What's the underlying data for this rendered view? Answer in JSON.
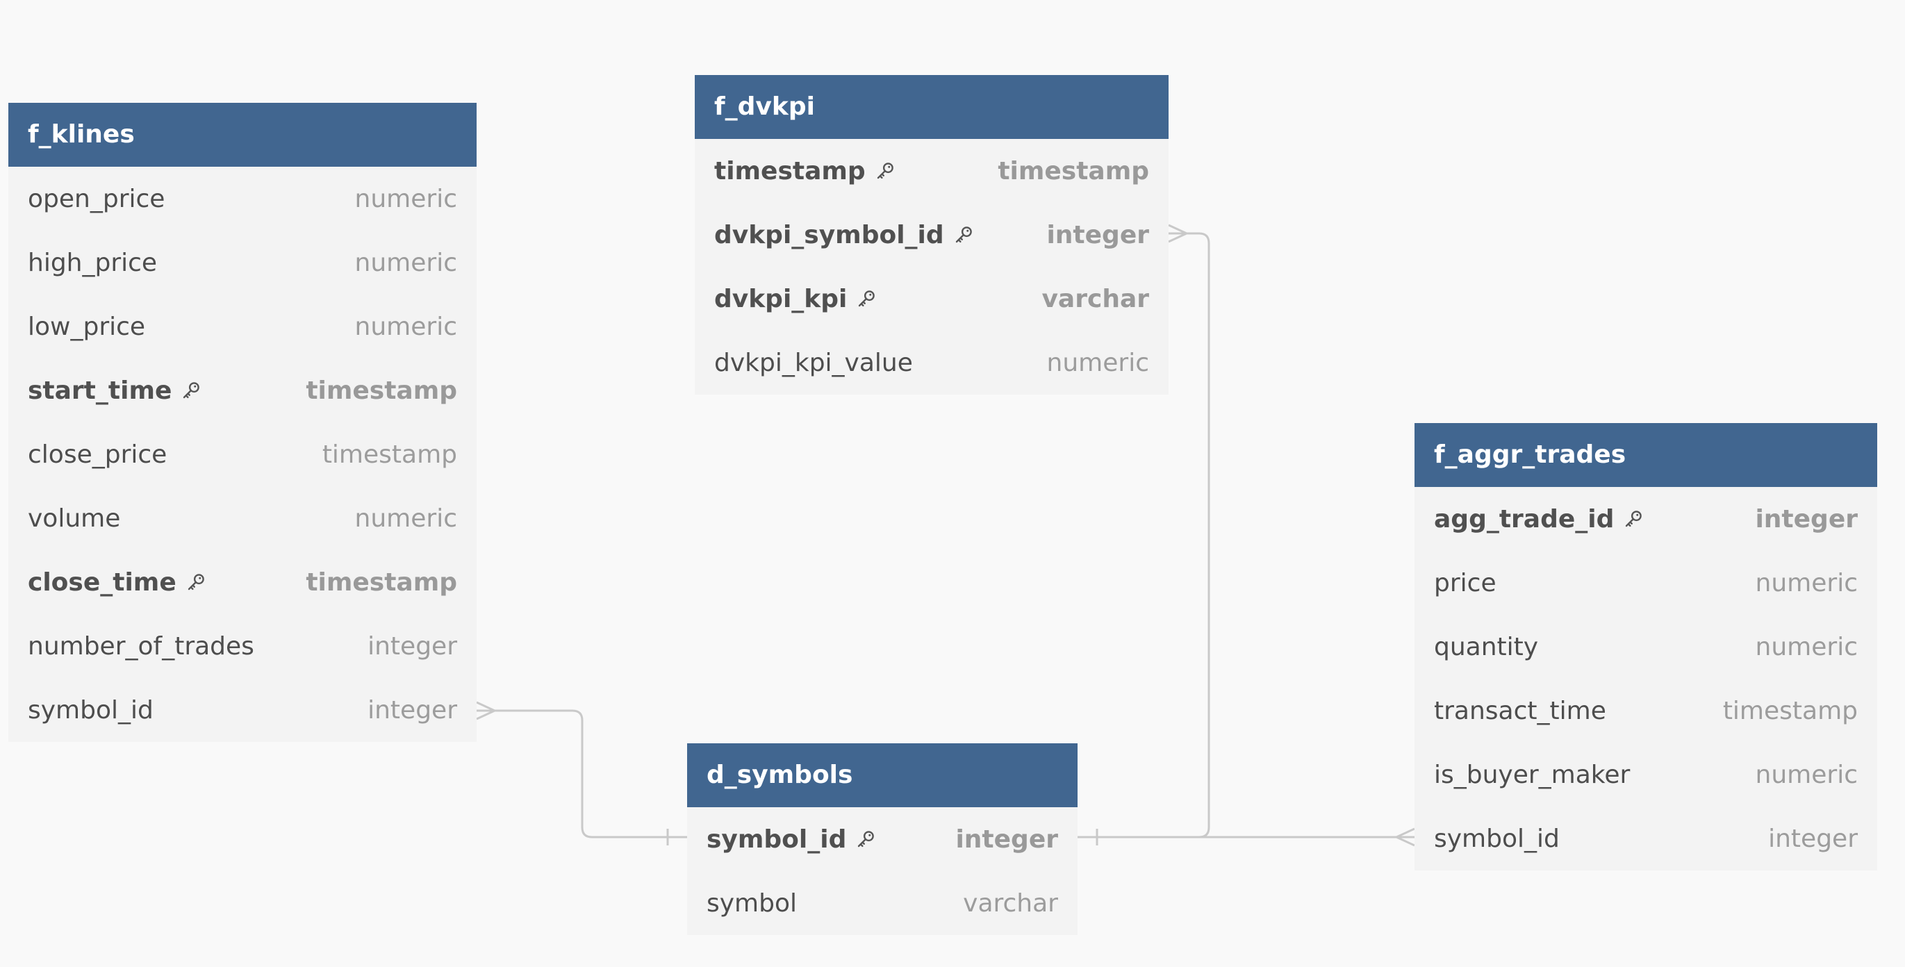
{
  "icons": {
    "primary_key": "key-icon"
  },
  "colors": {
    "header_bg": "#416690",
    "header_text": "#ffffff",
    "row_bg": "#f3f3f3",
    "canvas_bg": "#f9f9f9",
    "relationship_line": "#c9c9c9"
  },
  "tables": [
    {
      "id": "f_klines",
      "name": "f_klines",
      "columns": [
        {
          "name": "open_price",
          "type": "numeric",
          "pk": false
        },
        {
          "name": "high_price",
          "type": "numeric",
          "pk": false
        },
        {
          "name": "low_price",
          "type": "numeric",
          "pk": false
        },
        {
          "name": "start_time",
          "type": "timestamp",
          "pk": true
        },
        {
          "name": "close_price",
          "type": "timestamp",
          "pk": false
        },
        {
          "name": "volume",
          "type": "numeric",
          "pk": false
        },
        {
          "name": "close_time",
          "type": "timestamp",
          "pk": true
        },
        {
          "name": "number_of_trades",
          "type": "integer",
          "pk": false
        },
        {
          "name": "symbol_id",
          "type": "integer",
          "pk": false
        }
      ]
    },
    {
      "id": "f_dvkpi",
      "name": "f_dvkpi",
      "columns": [
        {
          "name": "timestamp",
          "type": "timestamp",
          "pk": true
        },
        {
          "name": "dvkpi_symbol_id",
          "type": "integer",
          "pk": true
        },
        {
          "name": "dvkpi_kpi",
          "type": "varchar",
          "pk": true
        },
        {
          "name": "dvkpi_kpi_value",
          "type": "numeric",
          "pk": false
        }
      ]
    },
    {
      "id": "f_aggr_trades",
      "name": "f_aggr_trades",
      "columns": [
        {
          "name": "agg_trade_id",
          "type": "integer",
          "pk": true
        },
        {
          "name": "price",
          "type": "numeric",
          "pk": false
        },
        {
          "name": "quantity",
          "type": "numeric",
          "pk": false
        },
        {
          "name": "transact_time",
          "type": "timestamp",
          "pk": false
        },
        {
          "name": "is_buyer_maker",
          "type": "numeric",
          "pk": false
        },
        {
          "name": "symbol_id",
          "type": "integer",
          "pk": false
        }
      ]
    },
    {
      "id": "d_symbols",
      "name": "d_symbols",
      "columns": [
        {
          "name": "symbol_id",
          "type": "integer",
          "pk": true
        },
        {
          "name": "symbol",
          "type": "varchar",
          "pk": false
        }
      ]
    }
  ],
  "relationships": [
    {
      "from_table": "f_klines",
      "from_column": "symbol_id",
      "from_cardinality": "many",
      "to_table": "d_symbols",
      "to_column": "symbol_id",
      "to_cardinality": "one"
    },
    {
      "from_table": "f_dvkpi",
      "from_column": "dvkpi_symbol_id",
      "from_cardinality": "many",
      "to_table": "d_symbols",
      "to_column": "symbol_id",
      "to_cardinality": "one"
    },
    {
      "from_table": "f_aggr_trades",
      "from_column": "symbol_id",
      "from_cardinality": "many",
      "to_table": "d_symbols",
      "to_column": "symbol_id",
      "to_cardinality": "one"
    }
  ]
}
